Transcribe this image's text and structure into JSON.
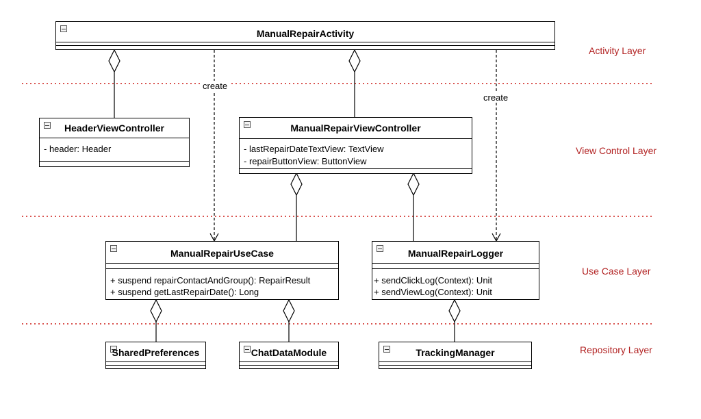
{
  "layers": [
    "Activity Layer",
    "View Control Layer",
    "Use Case Layer",
    "Repository Layer"
  ],
  "labels": {
    "create_left": "create",
    "create_right": "create"
  },
  "classes": {
    "activity": {
      "name": "ManualRepairActivity"
    },
    "header_vc": {
      "name": "HeaderViewController",
      "attributes": [
        "- header: Header"
      ]
    },
    "repair_vc": {
      "name": "ManualRepairViewController",
      "attributes": [
        "- lastRepairDateTextView: TextView",
        "- repairButtonView: ButtonView"
      ]
    },
    "usecase": {
      "name": "ManualRepairUseCase",
      "methods": [
        "+ suspend repairContactAndGroup(): RepairResult",
        "+ suspend getLastRepairDate(): Long"
      ]
    },
    "logger": {
      "name": "ManualRepairLogger",
      "methods": [
        "+ sendClickLog(Context): Unit",
        "+ sendViewLog(Context): Unit"
      ]
    },
    "shared_prefs": {
      "name": "SharedPreferences"
    },
    "chat_data": {
      "name": "ChatDataModule"
    },
    "tracking": {
      "name": "TrackingManager"
    }
  },
  "colors": {
    "layer_text": "#b22222",
    "separator": "#d9534f"
  }
}
